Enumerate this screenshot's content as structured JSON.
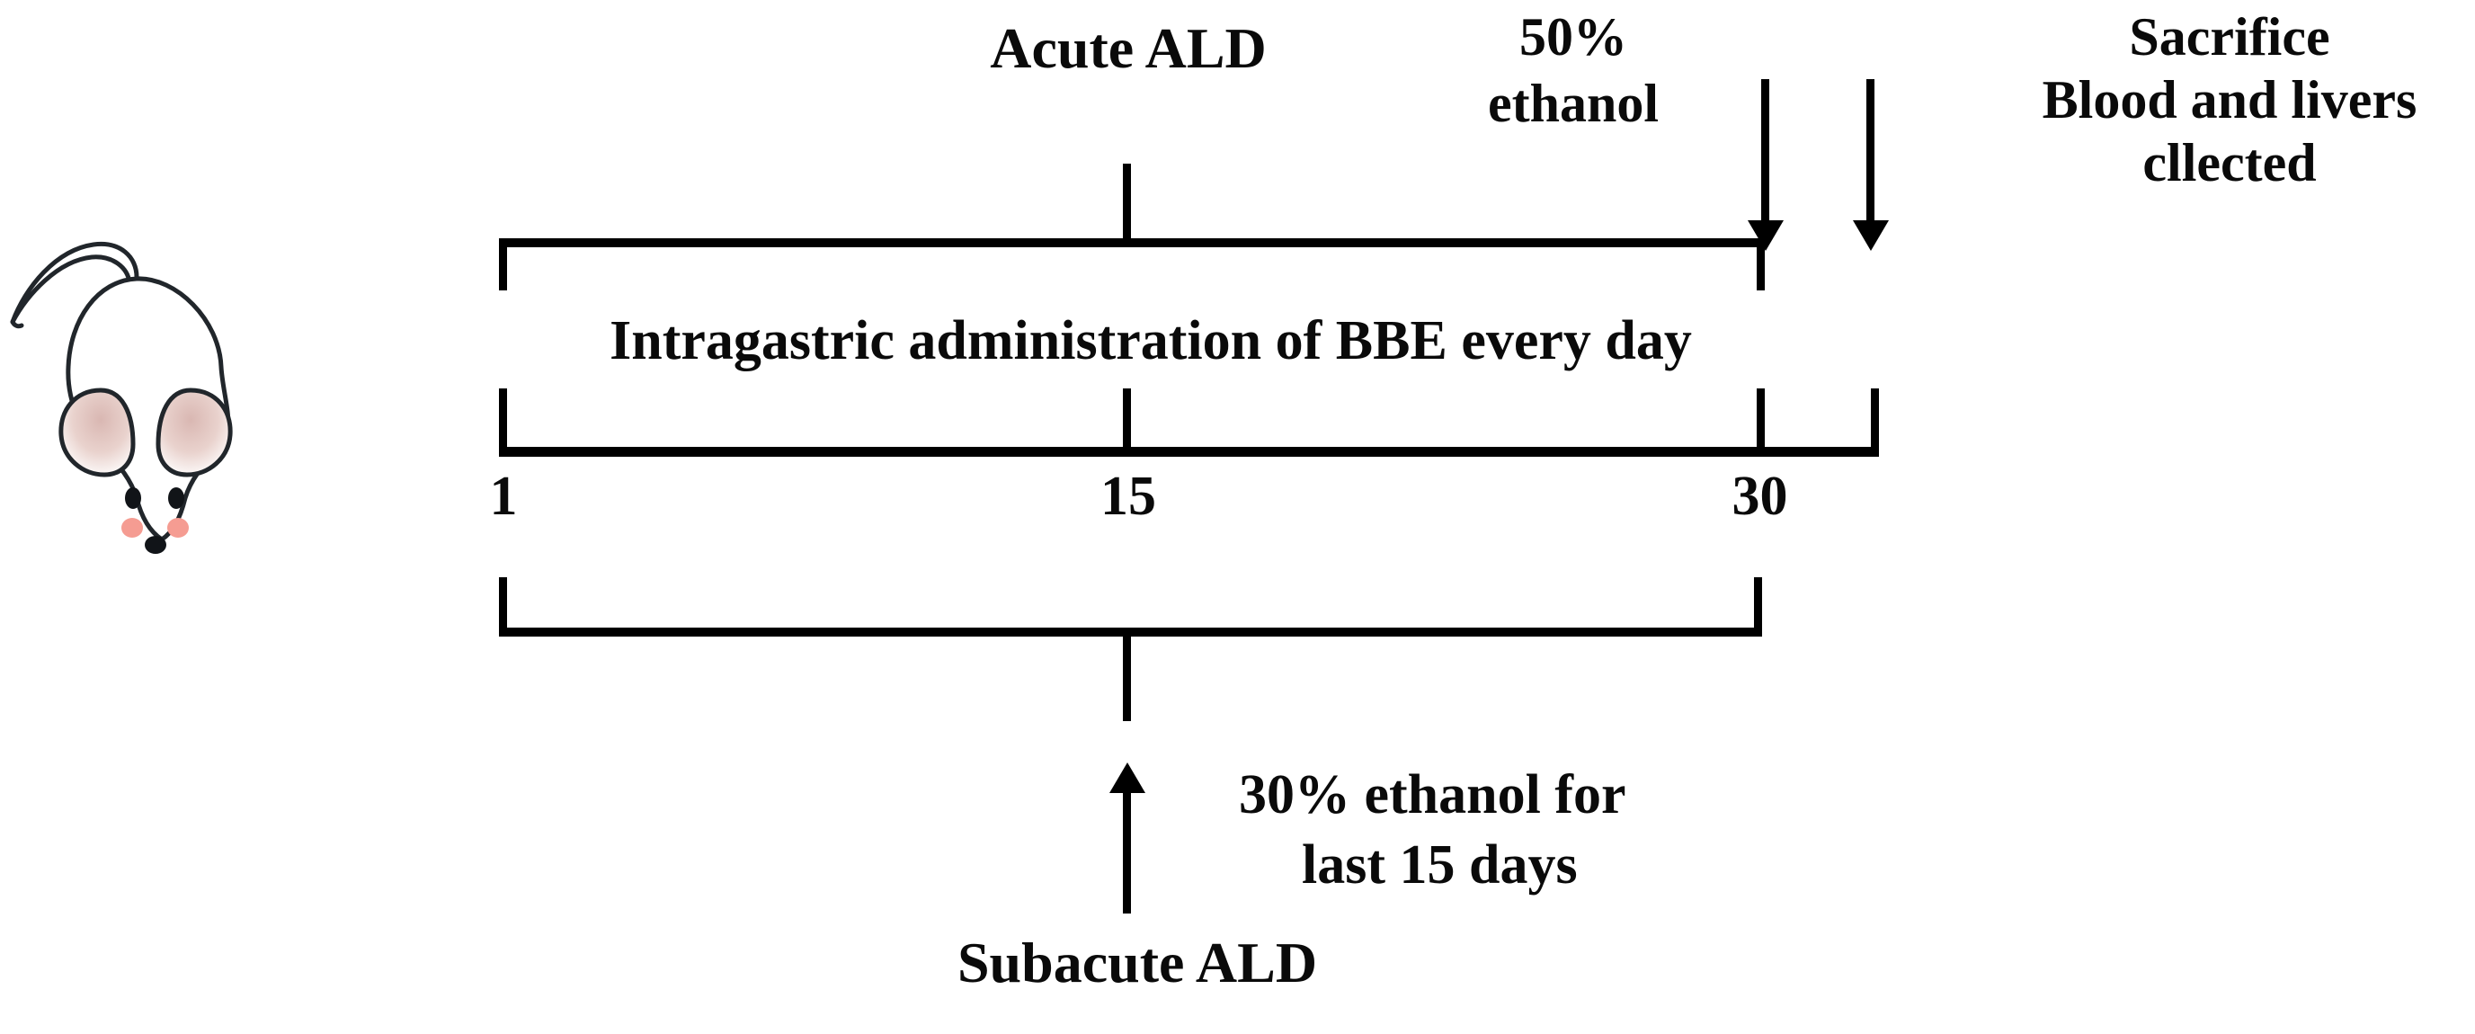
{
  "figure": {
    "type": "experimental-timeline-schematic",
    "subject": "Mouse model of alcoholic liver disease (ALD) with BBE treatment"
  },
  "animal": {
    "icon_name": "mouse-illustration",
    "body_outline_color": "#21262b",
    "ear_inner_color": "#e8cfca",
    "cheek_color": "#f59c92",
    "eye_color": "#111418"
  },
  "labels": {
    "acute_ald": "Acute ALD",
    "ethanol_50_line1": "50%",
    "ethanol_50_line2": "ethanol",
    "sacrifice_line1": "Sacrifice",
    "sacrifice_line2": "Blood and livers",
    "sacrifice_line3": "cllected",
    "treatment": "Intragastric administration of BBE every day",
    "ethanol_30_line1": "30% ethanol for",
    "ethanol_30_line2": "last 15 days",
    "subacute_ald": "Subacute ALD"
  },
  "timeline": {
    "axis_name": "day-axis",
    "ticks": [
      {
        "label": "1",
        "day": 1
      },
      {
        "label": "15",
        "day": 15
      },
      {
        "label": "30",
        "day": 30
      }
    ],
    "unit": "day",
    "line_color": "#000000"
  },
  "chart_data": {
    "type": "timeline",
    "title": "",
    "xlabel": "day",
    "x": [
      1,
      15,
      30
    ],
    "tick_labels": [
      "1",
      "15",
      "30"
    ],
    "xlim": [
      1,
      30
    ],
    "grid": false,
    "annotations": [
      {
        "name": "acute-ald-bracket",
        "text": "Acute ALD",
        "span_days": [
          1,
          30
        ],
        "anchor_day": 15,
        "position": "above"
      },
      {
        "name": "treatment-label",
        "text": "Intragastric administration of BBE every day",
        "span_days": [
          1,
          30
        ],
        "position": "inside"
      },
      {
        "name": "subacute-ald-bracket",
        "text": "Subacute ALD",
        "span_days": [
          1,
          30
        ],
        "anchor_day": 15,
        "position": "below"
      },
      {
        "name": "acute-ethanol-dose",
        "text": "50% ethanol",
        "anchor_day": 30,
        "position": "above-right"
      },
      {
        "name": "subacute-ethanol-dose",
        "text": "30% ethanol for last 15 days",
        "anchor_day": 15,
        "position": "below-right"
      },
      {
        "name": "endpoint",
        "text": "Sacrifice Blood and livers cllected",
        "anchor_day": 30,
        "position": "above-far-right"
      }
    ]
  },
  "colors": {
    "ink": "#0a0a0a",
    "line": "#000000",
    "background": "#ffffff"
  }
}
